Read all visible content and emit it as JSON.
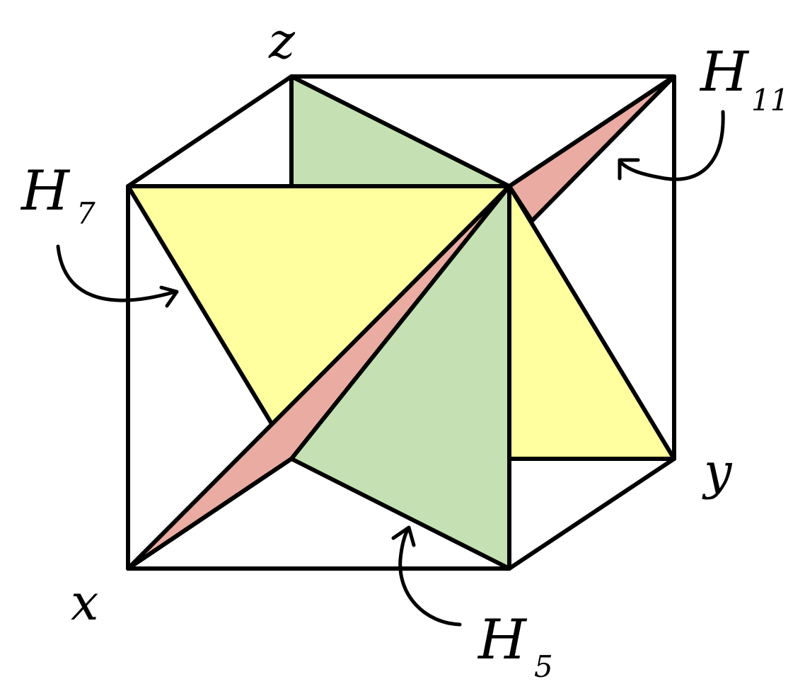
{
  "axes": {
    "x": "x",
    "y": "y",
    "z": "z"
  },
  "planes": [
    {
      "id": "H7",
      "name": "H",
      "subscript": "7",
      "color": "#ffff9f"
    },
    {
      "id": "H5",
      "name": "H",
      "subscript": "5",
      "color": "#c5e1b4"
    },
    {
      "id": "H11",
      "name": "H",
      "subscript": "11",
      "color": "#eaaca2"
    }
  ]
}
